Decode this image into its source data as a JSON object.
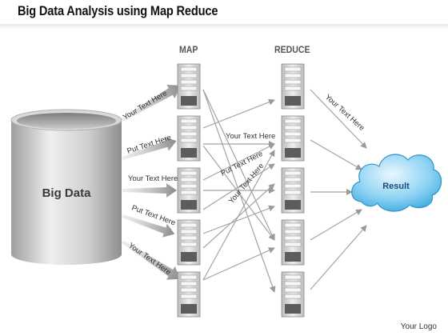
{
  "title": "Big Data Analysis using Map Reduce",
  "columns": {
    "map": "MAP",
    "reduce": "REDUCE"
  },
  "source_label": "Big Data",
  "result_label": "Result",
  "input_arrow_labels": [
    "Your Text Here",
    "Put Text Here",
    "Your Text Here",
    "Put Text Here",
    "Your Text Here"
  ],
  "shuffle_labels": [
    "Your Text Here",
    "Put Text Here",
    "Your Text Here"
  ],
  "output_label": "Your Text Here",
  "logo": "Your Logo",
  "icons": {
    "server": "server-icon",
    "database": "database-cylinder",
    "cloud": "cloud-shape"
  },
  "colors": {
    "cloud": "#4db8e8",
    "arrow": "#9a9a9a",
    "server": "#d8d8d8"
  }
}
